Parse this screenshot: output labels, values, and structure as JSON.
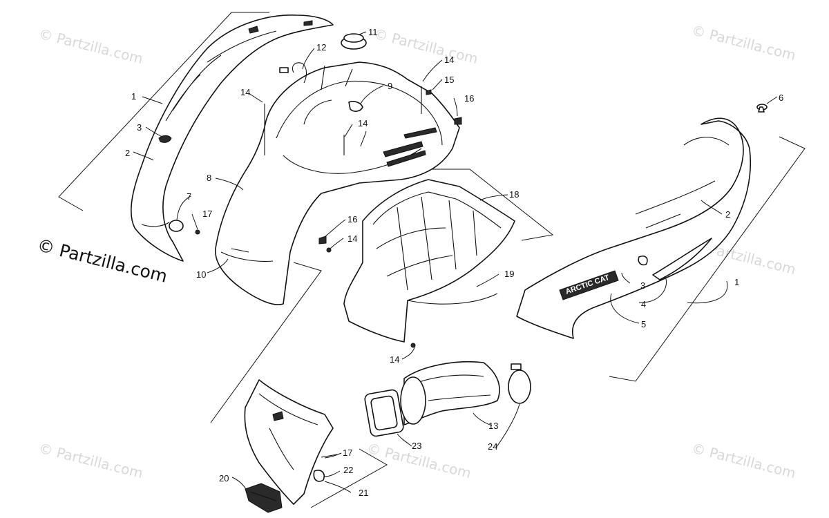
{
  "diagram": {
    "watermark_text": "© Partzilla.com",
    "copyright_text": "© Partzilla.com",
    "logo_text": "ARCTIC CAT",
    "callouts": [
      "1",
      "2",
      "3",
      "4",
      "5",
      "6",
      "7",
      "8",
      "9",
      "10",
      "11",
      "12",
      "13",
      "14",
      "15",
      "16",
      "17",
      "18",
      "19",
      "20",
      "21",
      "22",
      "23",
      "24"
    ]
  }
}
